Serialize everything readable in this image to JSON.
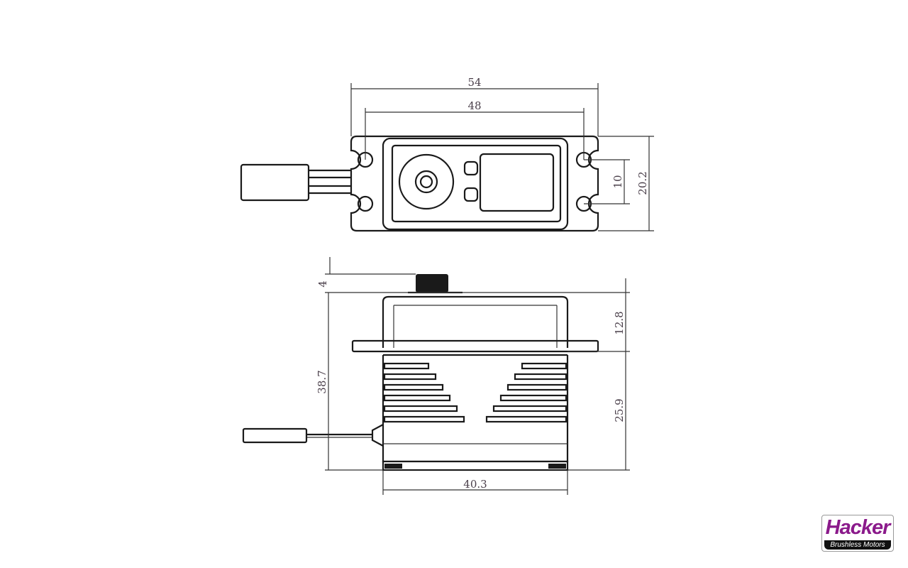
{
  "top_view": {
    "dim_overall_length": "54",
    "dim_hole_spacing": "48",
    "dim_hole_vertical": "10",
    "dim_width": "20.2"
  },
  "side_view": {
    "dim_horn_height": "4",
    "dim_total_height": "38.7",
    "dim_upper_height": "12.8",
    "dim_lower_height": "25.9",
    "dim_body_length": "40.3"
  },
  "logo": {
    "brand": "Hacker",
    "tagline": "Brushless Motors",
    "color": "#8b1a8b"
  }
}
